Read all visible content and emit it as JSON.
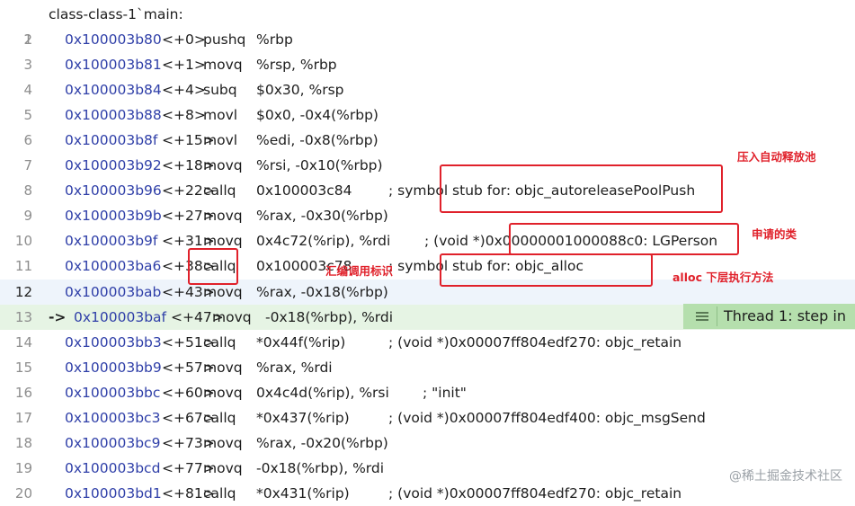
{
  "header": {
    "line_number": "1",
    "title": "class-class-1`main:"
  },
  "lines": [
    {
      "n": "2",
      "addr": "0x100003b80",
      "off": "<+0>",
      "op": "pushq",
      "args": "%rbp"
    },
    {
      "n": "3",
      "addr": "0x100003b81",
      "off": "<+1>",
      "op": "movq",
      "args": "%rsp, %rbp"
    },
    {
      "n": "4",
      "addr": "0x100003b84",
      "off": "<+4>",
      "op": "subq",
      "args": "$0x30, %rsp"
    },
    {
      "n": "5",
      "addr": "0x100003b88",
      "off": "<+8>",
      "op": "movl",
      "args": "$0x0, -0x4(%rbp)"
    },
    {
      "n": "6",
      "addr": "0x100003b8f",
      "off": "<+15>",
      "op": "movl",
      "args": "%edi, -0x8(%rbp)"
    },
    {
      "n": "7",
      "addr": "0x100003b92",
      "off": "<+18>",
      "op": "movq",
      "args": "%rsi, -0x10(%rbp)"
    },
    {
      "n": "8",
      "addr": "0x100003b96",
      "off": "<+22>",
      "op": "callq",
      "args": "0x100003c84",
      "comment": "; symbol stub for: objc_autoreleasePoolPush"
    },
    {
      "n": "9",
      "addr": "0x100003b9b",
      "off": "<+27>",
      "op": "movq",
      "args": "%rax, -0x30(%rbp)"
    },
    {
      "n": "10",
      "addr": "0x100003b9f",
      "off": "<+31>",
      "op": "movq",
      "args": "0x4c72(%rip), %rdi",
      "comment": "; (void *)0x00000001000088c0: LGPerson"
    },
    {
      "n": "11",
      "addr": "0x100003ba6",
      "off": "<+38>",
      "op": "callq",
      "args": "0x100003c78",
      "comment": "; symbol stub for: objc_alloc"
    },
    {
      "n": "12",
      "addr": "0x100003bab",
      "off": "<+43>",
      "op": "movq",
      "args": "%rax, -0x18(%rbp)"
    },
    {
      "n": "13",
      "prefix": "->",
      "addr": "0x100003baf",
      "off": "<+47>",
      "op": "movq",
      "args": "-0x18(%rbp), %rdi"
    },
    {
      "n": "14",
      "addr": "0x100003bb3",
      "off": "<+51>",
      "op": "callq",
      "args": "*0x44f(%rip)",
      "comment": "; (void *)0x00007ff804edf270: objc_retain"
    },
    {
      "n": "15",
      "addr": "0x100003bb9",
      "off": "<+57>",
      "op": "movq",
      "args": "%rax, %rdi"
    },
    {
      "n": "16",
      "addr": "0x100003bbc",
      "off": "<+60>",
      "op": "movq",
      "args": "0x4c4d(%rip), %rsi",
      "comment": "; \"init\""
    },
    {
      "n": "17",
      "addr": "0x100003bc3",
      "off": "<+67>",
      "op": "callq",
      "args": "*0x437(%rip)",
      "comment": "; (void *)0x00007ff804edf400: objc_msgSend"
    },
    {
      "n": "18",
      "addr": "0x100003bc9",
      "off": "<+73>",
      "op": "movq",
      "args": "%rax, -0x20(%rbp)"
    },
    {
      "n": "19",
      "addr": "0x100003bcd",
      "off": "<+77>",
      "op": "movq",
      "args": "-0x18(%rbp), %rdi"
    },
    {
      "n": "20",
      "addr": "0x100003bd1",
      "off": "<+81>",
      "op": "callq",
      "args": "*0x431(%rip)",
      "comment": "; (void *)0x00007ff804edf270: objc_retain"
    }
  ],
  "thread_badge": {
    "label": "Thread 1: step in",
    "icon": "menu-lines-icon"
  },
  "annotations": {
    "push": "压入自动释放池",
    "class": "申请的类",
    "asm_mark": "汇编调用标识",
    "alloc": "alloc 下层执行方法"
  },
  "watermark": "@稀土掘金技术社区",
  "colors": {
    "annotation": "#e0212b",
    "current_line_bg": "#eef4fb",
    "pc_line_bg": "#e6f4e4",
    "thread_badge_bg": "#b5dfad",
    "address": "#2f3fa8",
    "string": "#c41a16"
  }
}
